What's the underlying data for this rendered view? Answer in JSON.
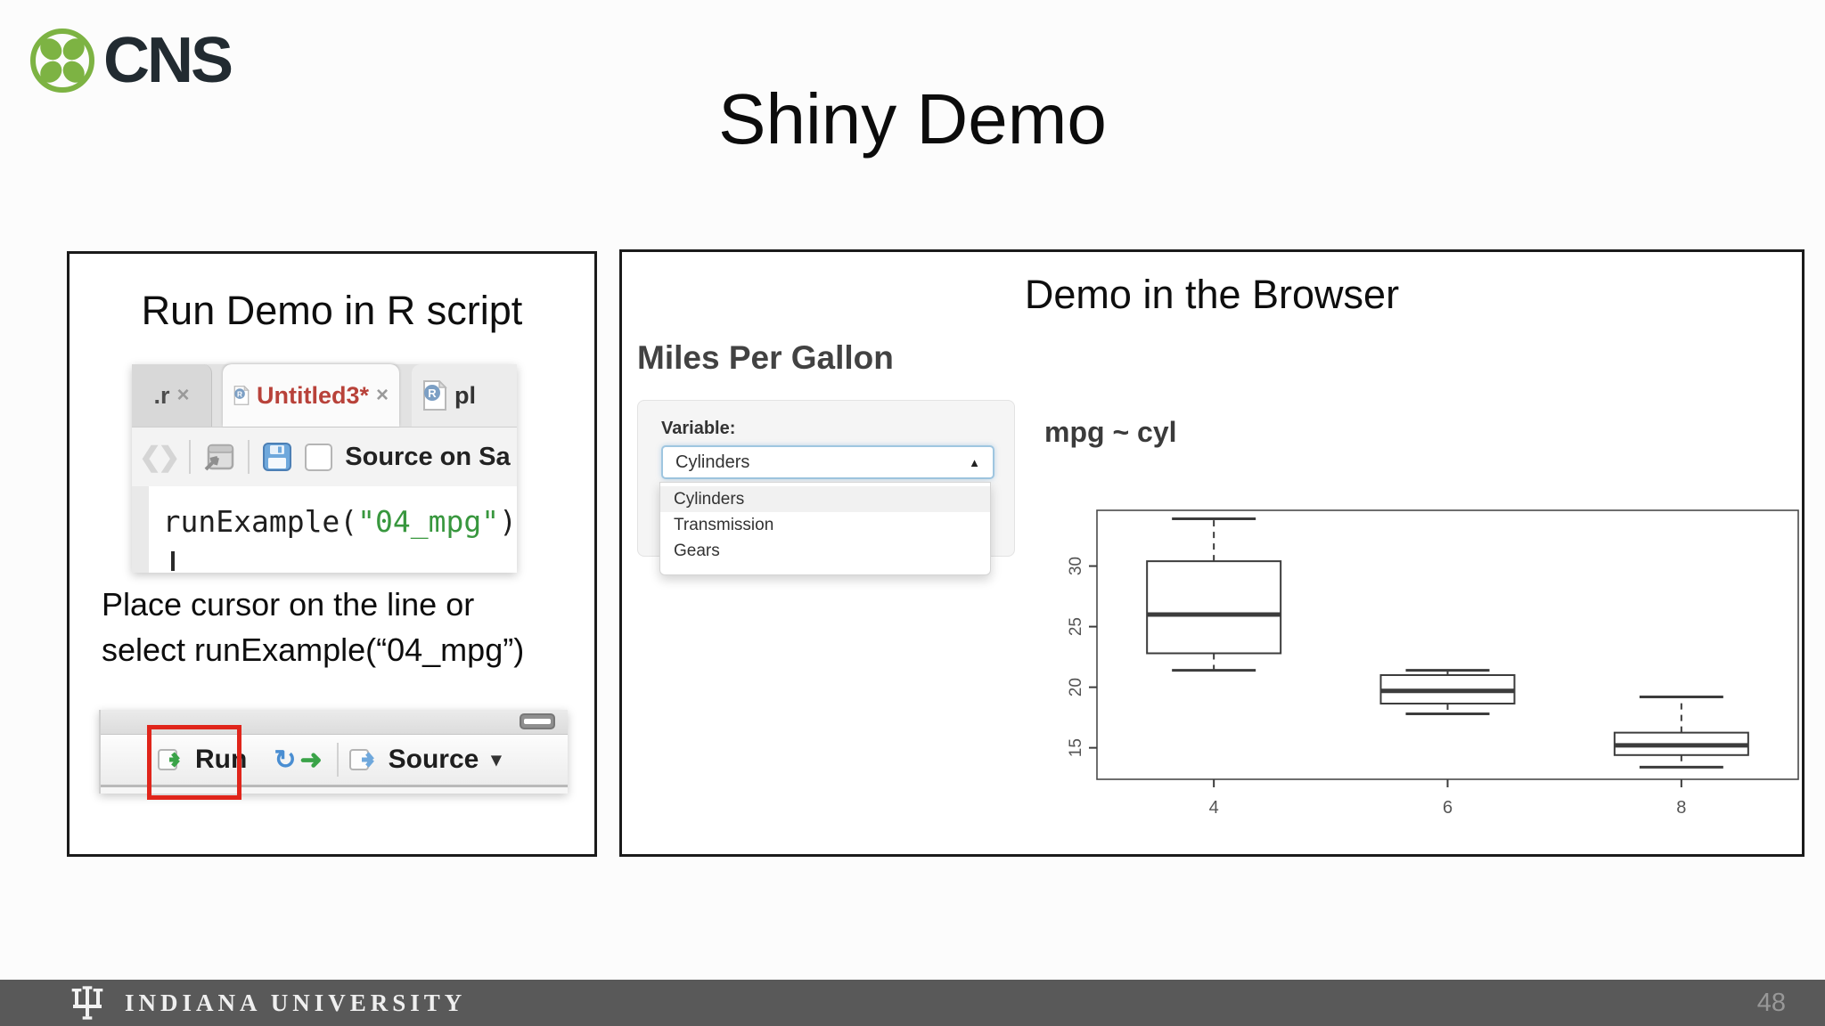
{
  "slide": {
    "title": "Shiny Demo",
    "page_number": "48"
  },
  "brand": {
    "logo_text": "CNS"
  },
  "colors": {
    "logo_green": "#7db343",
    "annotation_red": "#e0251b",
    "modified_tab_red": "#b8423a",
    "code_string_green": "#38973e",
    "footer_bar": "#595959",
    "select_focus_blue": "#9fc6e0"
  },
  "left_panel": {
    "heading": "Run Demo in R script",
    "tabs": {
      "left": {
        "label": ".r",
        "close": "×"
      },
      "active": {
        "label": "Untitled3*",
        "close": "×"
      },
      "right": {
        "label": "pl"
      }
    },
    "toolbar": {
      "source_on_save_label": "Source on Sa"
    },
    "code": {
      "prefix": "runExample(",
      "string": "\"04_mpg\"",
      "suffix": ")"
    },
    "caption_line1": "Place cursor on the line or",
    "caption_line2": "select runExample(“04_mpg”)",
    "run_toolbar": {
      "run_label": "Run",
      "source_label": "Source"
    }
  },
  "right_panel": {
    "heading": "Demo in the Browser",
    "app_title": "Miles Per Gallon",
    "variable_label": "Variable:",
    "select_value": "Cylinders",
    "options": [
      {
        "label": "Cylinders",
        "selected": true
      },
      {
        "label": "Transmission",
        "selected": false
      },
      {
        "label": "Gears",
        "selected": false
      }
    ],
    "formula": "mpg ~ cyl"
  },
  "footer": {
    "university": "INDIANA UNIVERSITY"
  },
  "chart_data": {
    "type": "boxplot",
    "title": "mpg ~ cyl",
    "xlabel": "",
    "ylabel": "",
    "categories": [
      "4",
      "6",
      "8"
    ],
    "series": [
      {
        "category": "4",
        "min": 21.4,
        "q1": 22.8,
        "median": 26.0,
        "q3": 30.4,
        "max": 33.9
      },
      {
        "category": "6",
        "min": 17.8,
        "q1": 18.65,
        "median": 19.7,
        "q3": 21.0,
        "max": 21.4
      },
      {
        "category": "8",
        "min": 13.4,
        "q1": 14.4,
        "median": 15.2,
        "q3": 16.25,
        "max": 19.2
      }
    ],
    "ylim": [
      12.4,
      34.6
    ],
    "yticks": [
      15,
      20,
      25,
      30
    ],
    "grid": false,
    "legend": "none"
  }
}
